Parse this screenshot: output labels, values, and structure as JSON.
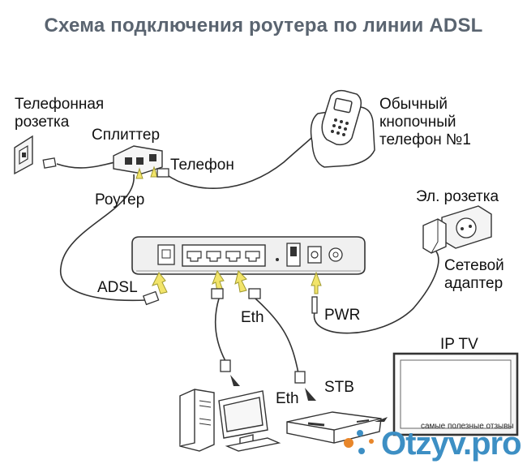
{
  "title": "Схема подключения роутера по линии ADSL",
  "labels": {
    "phone_socket": [
      "Телефонная",
      "розетка"
    ],
    "splitter": "Сплиттер",
    "phone_port": "Телефон",
    "router": "Роутер",
    "phone": [
      "Обычный",
      "кнопочный",
      "телефон №1"
    ],
    "power_outlet": "Эл. розетка",
    "adapter": [
      "Сетевой",
      "адаптер"
    ],
    "adsl": "ADSL",
    "eth1": "Eth",
    "pwr": "PWR",
    "iptv": "IP TV",
    "eth2": "Eth",
    "stb": "STB"
  },
  "watermark": {
    "tagline": "самые полезные отзывы",
    "logo": "Otzyv.pro"
  },
  "colors": {
    "title": "#5a6470",
    "arrow_fill": "#f2e46a",
    "arrow_stroke": "#a09a30",
    "logo": "#3d8fc4",
    "logo_accent": "#e8862a"
  }
}
